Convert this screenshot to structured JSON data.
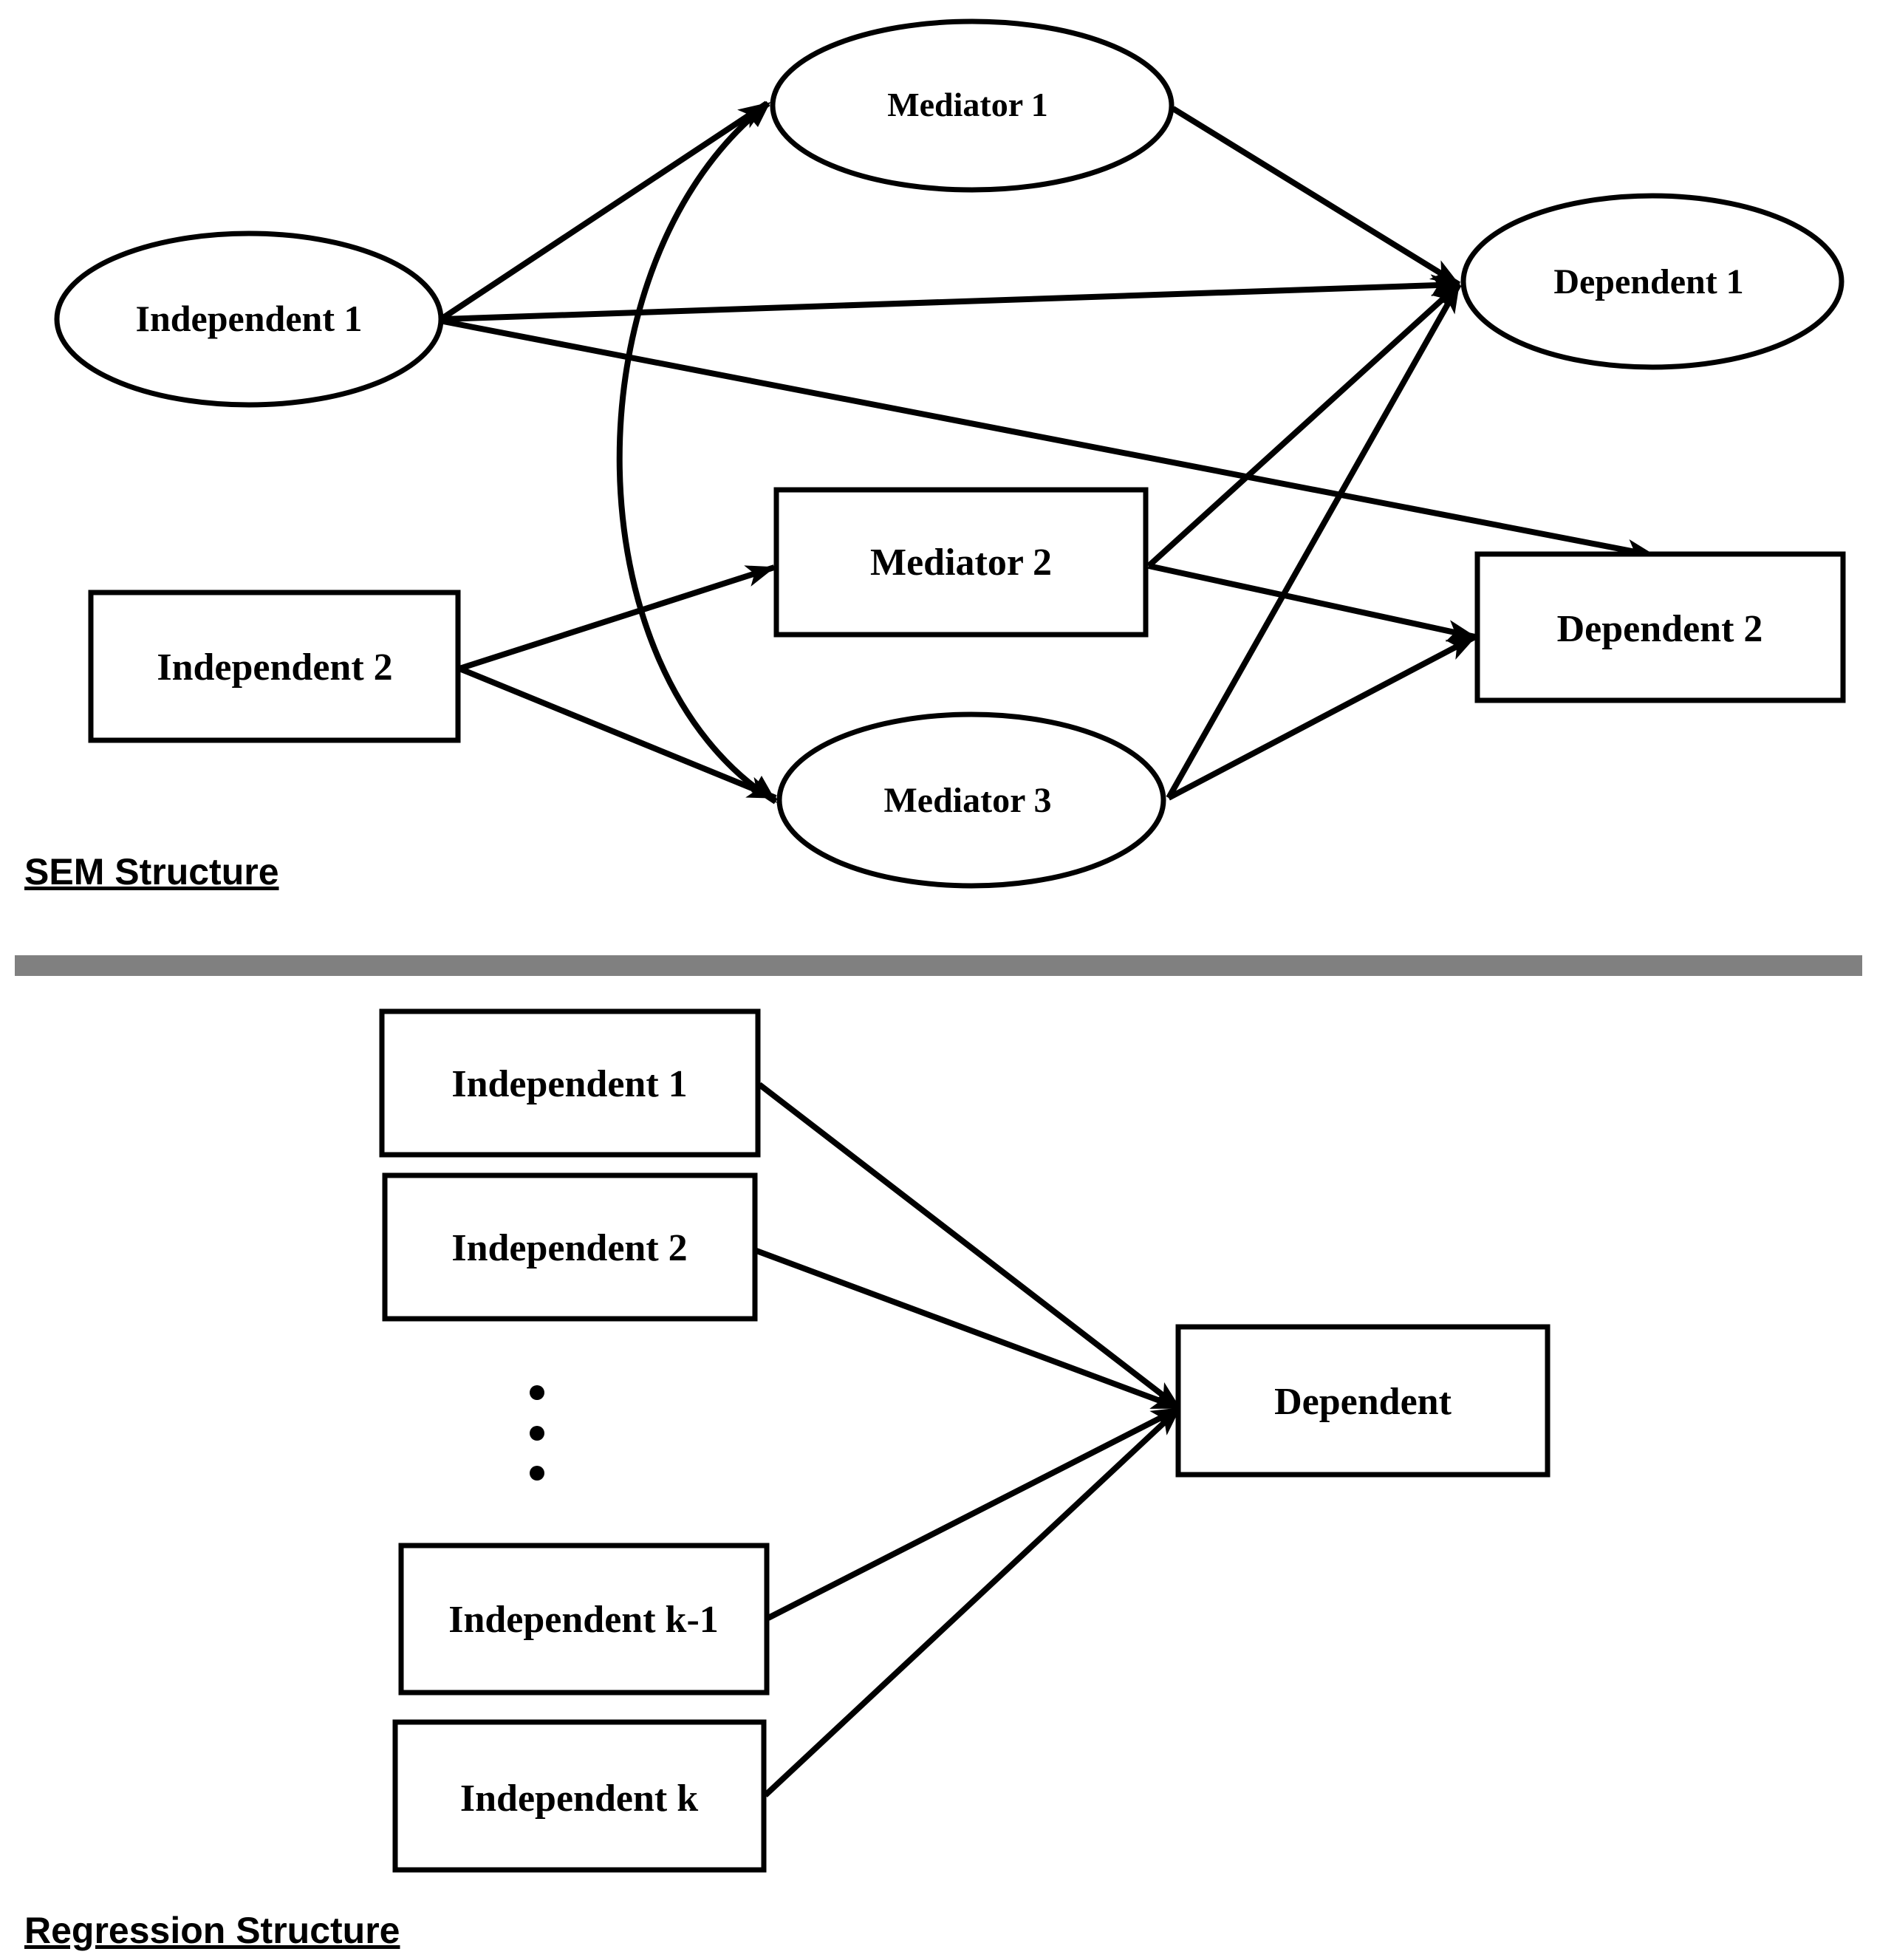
{
  "sem": {
    "caption": "SEM Structure",
    "nodes": [
      {
        "id": "ind1",
        "label": "Independent 1",
        "shape": "ellipse"
      },
      {
        "id": "ind2",
        "label": "Independent 2",
        "shape": "rect"
      },
      {
        "id": "med1",
        "label": "Mediator 1",
        "shape": "ellipse"
      },
      {
        "id": "med2",
        "label": "Mediator 2",
        "shape": "rect"
      },
      {
        "id": "med3",
        "label": "Mediator 3",
        "shape": "ellipse"
      },
      {
        "id": "dep1",
        "label": "Dependent 1",
        "shape": "ellipse"
      },
      {
        "id": "dep2",
        "label": "Dependent 2",
        "shape": "rect"
      }
    ],
    "edges": [
      {
        "from": "ind1",
        "to": "med1",
        "type": "directed"
      },
      {
        "from": "ind1",
        "to": "dep1",
        "type": "directed"
      },
      {
        "from": "ind1",
        "to": "dep2",
        "type": "directed"
      },
      {
        "from": "med1",
        "to": "dep1",
        "type": "directed"
      },
      {
        "from": "ind2",
        "to": "med2",
        "type": "directed"
      },
      {
        "from": "ind2",
        "to": "med3",
        "type": "directed"
      },
      {
        "from": "med2",
        "to": "dep1",
        "type": "directed"
      },
      {
        "from": "med2",
        "to": "dep2",
        "type": "directed"
      },
      {
        "from": "med3",
        "to": "dep1",
        "type": "directed"
      },
      {
        "from": "med3",
        "to": "dep2",
        "type": "directed"
      },
      {
        "from": "med3",
        "to": "med1",
        "type": "covariance"
      }
    ]
  },
  "regression": {
    "caption": "Regression Structure",
    "nodes": [
      {
        "id": "rind1",
        "label": "Independent 1"
      },
      {
        "id": "rind2",
        "label": "Independent 2"
      },
      {
        "id": "rindk1",
        "label": "Independent k-1"
      },
      {
        "id": "rindk",
        "label": "Independent k"
      },
      {
        "id": "rdep",
        "label": "Dependent"
      }
    ],
    "edges": [
      {
        "from": "rind1",
        "to": "rdep"
      },
      {
        "from": "rind2",
        "to": "rdep"
      },
      {
        "from": "rindk1",
        "to": "rdep"
      },
      {
        "from": "rindk",
        "to": "rdep"
      }
    ]
  },
  "colors": {
    "stroke": "#000000",
    "divider": "#808080",
    "background": "#ffffff"
  }
}
